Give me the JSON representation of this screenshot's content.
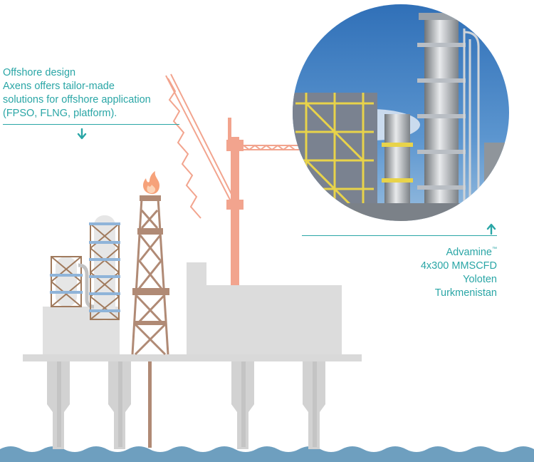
{
  "callout_offshore": {
    "title": "Offshore design",
    "line1": "Axens offers tailor-made",
    "line2": "solutions for offshore application",
    "line3": "(FPSO, FLNG, platform)."
  },
  "callout_reference": {
    "process": "Advamine",
    "trademark": "™",
    "capacity": "4x300 MMSCFD",
    "site": "Yoloten",
    "country": "Turkmenistan"
  },
  "colors": {
    "accent": "#2aa6a6",
    "platform": "#d9d9d9",
    "derrick": "#b08a75",
    "crane": "#f2a48e",
    "sea": "#6e9fbf",
    "tower_frame": "#a07a5d",
    "tower_platforms": "#8fb4d9"
  },
  "icons": {
    "down_arrow": "arrow-down-icon",
    "up_arrow": "arrow-up-icon",
    "flame": "flame-icon"
  }
}
